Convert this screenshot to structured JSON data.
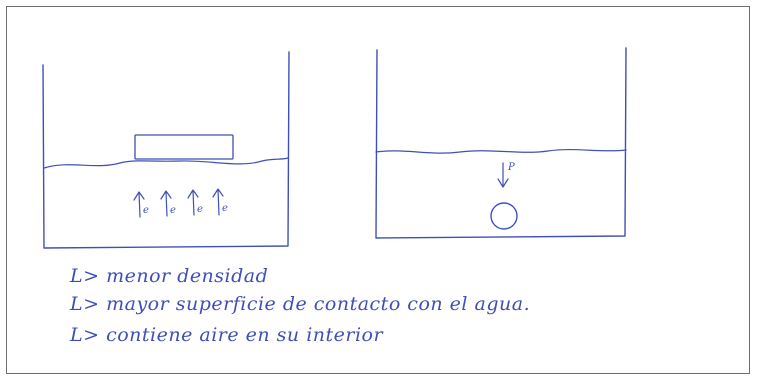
{
  "diagram": {
    "arrow_labels": {
      "e1": "e",
      "e2": "e",
      "e3": "e",
      "e4": "e",
      "p": "P"
    },
    "notes": [
      {
        "bullet": "L>",
        "text": "menor densidad"
      },
      {
        "bullet": "L>",
        "text": "mayor superficie de contacto con el agua."
      },
      {
        "bullet": "L>",
        "text": "contiene aire en su interior"
      }
    ]
  },
  "colors": {
    "ink": "#3f4fb8",
    "frame": "#6e6e6e",
    "paper": "#ffffff"
  }
}
